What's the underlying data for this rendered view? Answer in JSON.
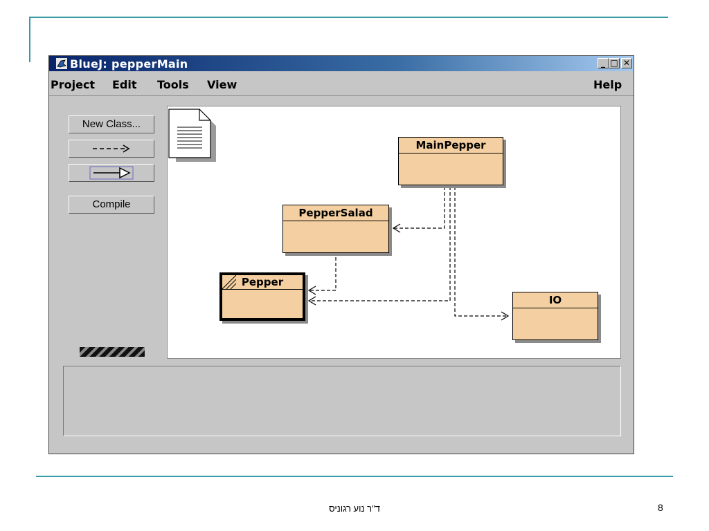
{
  "window": {
    "title": "BlueJ:  pepperMain",
    "minimize": "_",
    "maximize": "□",
    "close": "✕"
  },
  "menu": {
    "project": "Project",
    "edit": "Edit",
    "tools": "Tools",
    "view": "View",
    "help": "Help"
  },
  "toolbar": {
    "new_class": "New Class...",
    "uses_arrow": "- - ->",
    "inherit_arrow": "—▷",
    "compile": "Compile"
  },
  "classes": {
    "main_pepper": "MainPepper",
    "pepper_salad": "PepperSalad",
    "pepper": "Pepper",
    "io": "IO"
  },
  "footer": {
    "author": "ד\"ר נוע רגוניס",
    "page_number": "8"
  },
  "colors": {
    "class_fill": "#f3cfa1",
    "accent_line": "#3a9aa6",
    "title_bar": "#08246b"
  },
  "icons": {
    "app": "bluej-bird-icon",
    "readme": "readme-document-icon"
  }
}
